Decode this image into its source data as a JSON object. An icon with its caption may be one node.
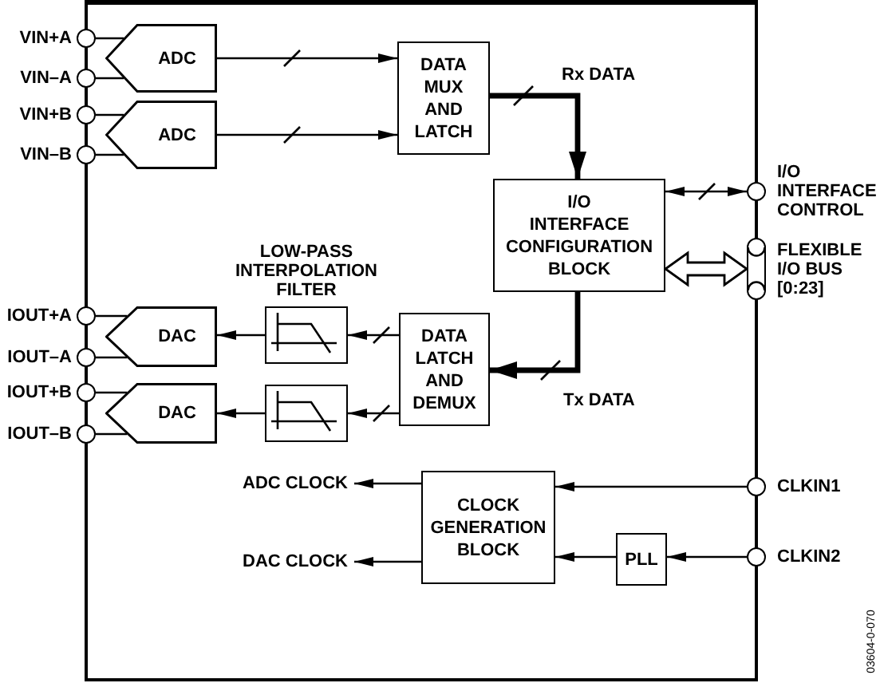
{
  "diagram": {
    "nodes": [
      {
        "text": [],
        "shape": "box"
      },
      {
        "text": [],
        "shape": "circle",
        "beside": [
          "VIN+A"
        ]
      },
      {
        "text": [],
        "shape": "circle",
        "beside": [
          "VIN–A"
        ]
      },
      {
        "text": [],
        "shape": "circle",
        "beside": [
          "VIN+B"
        ]
      },
      {
        "text": [],
        "shape": "circle",
        "beside": [
          "VIN–B"
        ]
      },
      {
        "text": [
          "ADC"
        ],
        "in": 0
      },
      {
        "text": [
          "ADC"
        ],
        "in": 0
      },
      {
        "text": [
          "DATA MUX AND LATCH"
        ],
        "in": 0
      },
      {
        "text": [
          "I/O INTERFACE CONFIGURATION BLOCK"
        ],
        "in": 0
      },
      {
        "text": [],
        "shape": "circle",
        "beside": [
          "I/O INTERFACE CONTROL"
        ]
      },
      {
        "text": [],
        "shape": "capsule",
        "beside": [
          "FLEXIBLE I/O BUS [0:23]"
        ]
      },
      {
        "text": [],
        "shape": "box",
        "in": 0
      },
      {
        "text": [],
        "shape": "box",
        "in": 0
      },
      {
        "text": [
          "DATA LATCH AND DEMUX"
        ],
        "in": 0
      },
      {
        "text": [],
        "shape": "circle",
        "beside": [
          "IOUT+A"
        ]
      },
      {
        "text": [],
        "shape": "circle",
        "beside": [
          "IOUT–A"
        ]
      },
      {
        "text": [],
        "shape": "circle",
        "beside": [
          "IOUT+B"
        ]
      },
      {
        "text": [],
        "shape": "circle",
        "beside": [
          "IOUT–B"
        ]
      },
      {
        "text": [
          "DAC"
        ],
        "in": 0
      },
      {
        "text": [
          "DAC"
        ],
        "in": 0
      },
      {
        "text": [
          "ADC CLOCK"
        ],
        "in": 0
      },
      {
        "text": [
          "CLOCK GENERATION BLOCK"
        ],
        "in": 0
      },
      {
        "text": [],
        "shape": "circle",
        "beside": [
          "CLKIN1"
        ]
      },
      {
        "text": [
          "DAC CLOCK"
        ],
        "in": 0
      },
      {
        "text": [
          "PLL"
        ],
        "in": 0
      },
      {
        "text": [],
        "shape": "circle",
        "beside": [
          "CLKIN2"
        ]
      }
    ],
    "edges": [
      {
        "from": 1,
        "to": 5,
        "arrow": "none"
      },
      {
        "from": 2,
        "to": 5,
        "arrow": "none"
      },
      {
        "from": 3,
        "to": 6,
        "arrow": "none"
      },
      {
        "from": 4,
        "to": 6,
        "arrow": "none"
      },
      {
        "from": 5,
        "to": 7,
        "arrow": "to"
      },
      {
        "from": 6,
        "to": 7,
        "arrow": "to"
      },
      {
        "from": 7,
        "to": 8,
        "arrow": "to",
        "label": "Rx DATA",
        "style": "thick"
      },
      {
        "from": 8,
        "to": 9,
        "arrow": "both"
      },
      {
        "from": 8,
        "to": 10,
        "arrow": "both",
        "style": "thick"
      },
      {
        "from": 8,
        "to": 13,
        "arrow": "to",
        "label": "Tx DATA",
        "style": "thick"
      },
      {
        "from": 13,
        "to": 11,
        "arrow": "to"
      },
      {
        "from": 13,
        "to": 12,
        "arrow": "to"
      },
      {
        "from": 11,
        "to": 18,
        "arrow": "to"
      },
      {
        "from": 12,
        "to": 19,
        "arrow": "to"
      },
      {
        "from": 18,
        "to": 14,
        "arrow": "none"
      },
      {
        "from": 18,
        "to": 15,
        "arrow": "none"
      },
      {
        "from": 19,
        "to": 16,
        "arrow": "none"
      },
      {
        "from": 19,
        "to": 17,
        "arrow": "none"
      },
      {
        "from": 21,
        "to": 20,
        "arrow": "to"
      },
      {
        "from": 21,
        "to": 23,
        "arrow": "to"
      },
      {
        "from": 22,
        "to": 21,
        "arrow": "to"
      },
      {
        "from": 25,
        "to": 24,
        "arrow": "to"
      },
      {
        "from": 24,
        "to": 21,
        "arrow": "to"
      }
    ],
    "labels": [
      "LOW-PASS INTERPOLATION FILTER",
      "03604-0-070"
    ]
  }
}
